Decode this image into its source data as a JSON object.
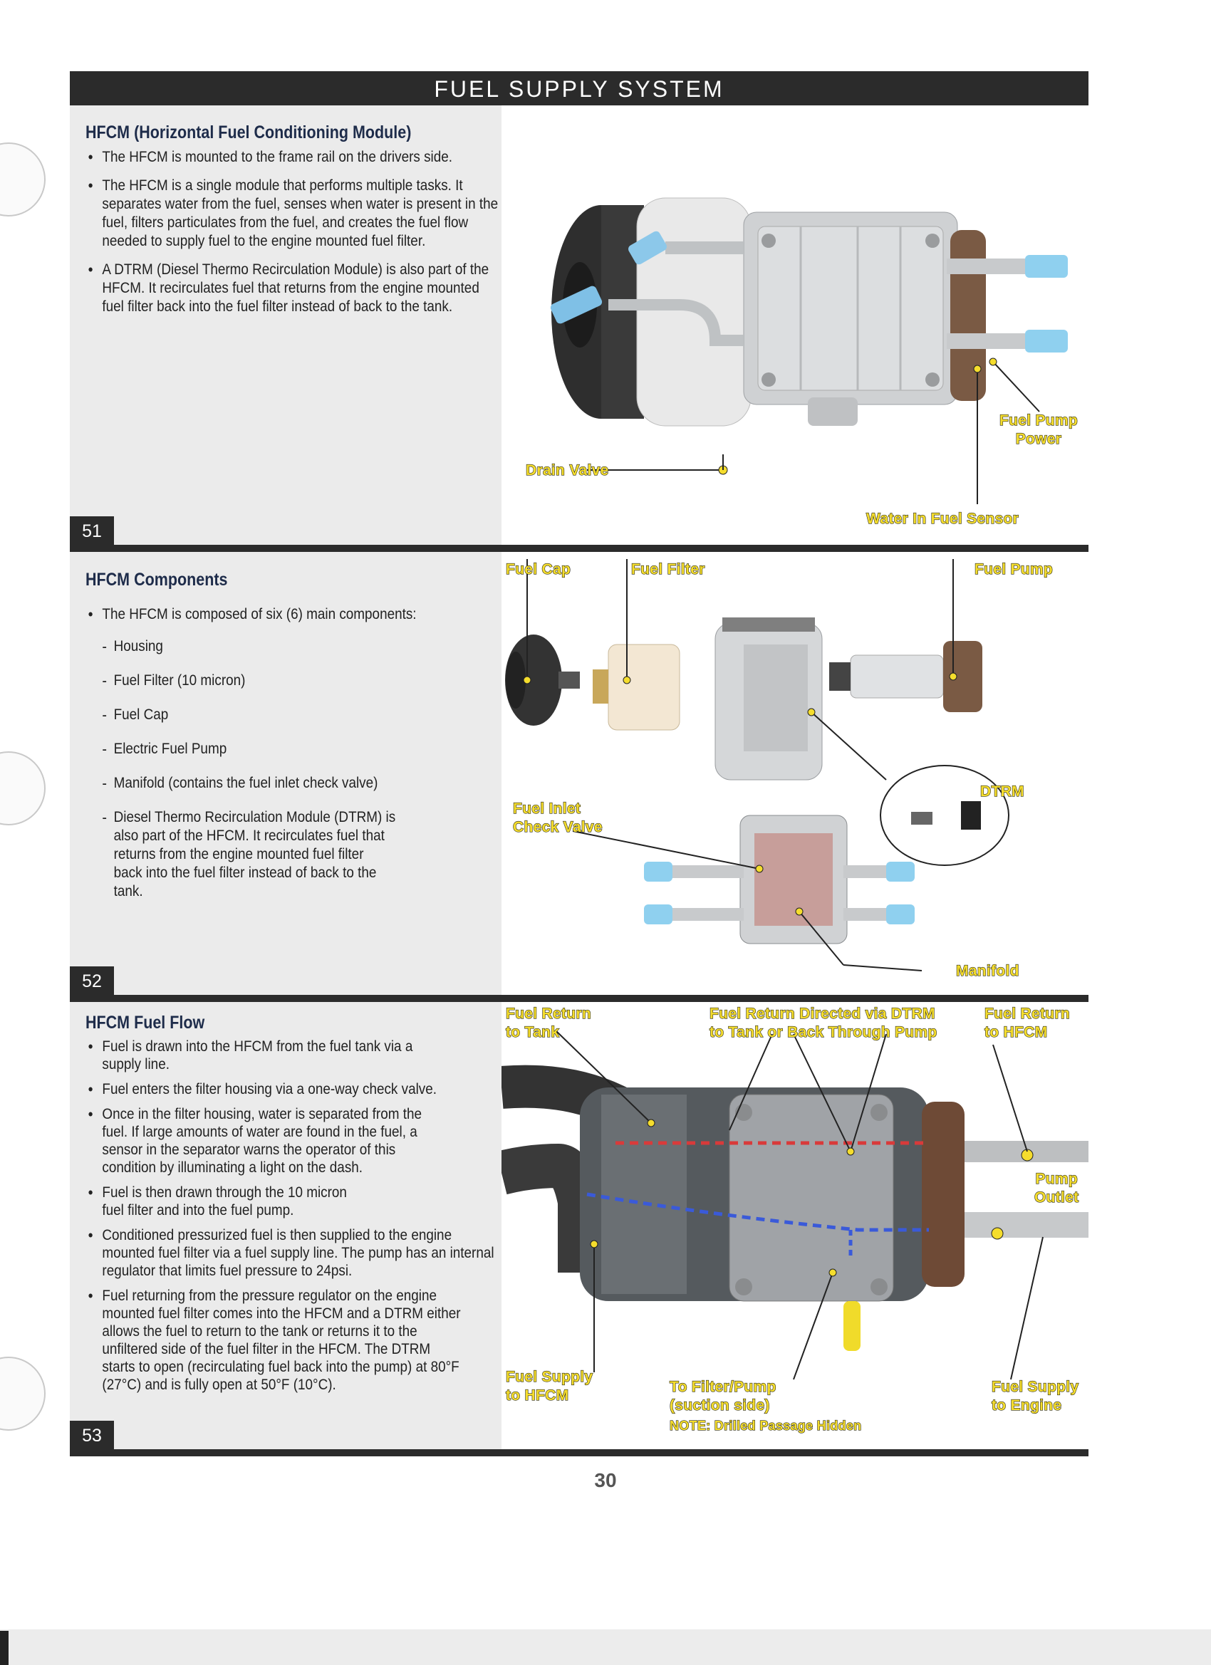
{
  "header": {
    "title": "FUEL SUPPLY SYSTEM"
  },
  "section51": {
    "title": "HFCM (Horizontal Fuel Conditioning Module)",
    "number": "51",
    "bullets": [
      "The HFCM is mounted to the frame rail on the drivers side.",
      "The HFCM is a single module that performs multiple tasks. It separates water from the fuel, senses when water is present in the fuel, filters particulates from the fuel, and creates the fuel flow needed to supply fuel to the engine mounted fuel filter.",
      "A DTRM (Diesel Thermo Recirculation Module) is also part of the HFCM. It recirculates fuel that returns from the engine mounted fuel filter back into the fuel filter instead of back to the tank."
    ],
    "labels": {
      "fuel_pump_power": "Fuel Pump\nPower",
      "drain_valve": "Drain Valve",
      "water_in_fuel_sensor": "Water In Fuel Sensor"
    }
  },
  "section52": {
    "title": "HFCM Components",
    "number": "52",
    "intro": "The HFCM is composed of six (6) main components:",
    "components": [
      "Housing",
      "Fuel Filter (10 micron)",
      "Fuel Cap",
      "Electric Fuel Pump",
      "Manifold (contains the fuel inlet check valve)",
      "Diesel Thermo Recirculation Module (DTRM) is also part of the HFCM. It recirculates fuel that returns from the engine mounted fuel filter back into the fuel filter instead of back to the tank."
    ],
    "labels": {
      "fuel_cap": "Fuel Cap",
      "fuel_filter": "Fuel Filter",
      "fuel_pump": "Fuel Pump",
      "dtrm": "DTRM",
      "fuel_inlet_check_valve": "Fuel Inlet\nCheck Valve",
      "manifold": "Manifold"
    }
  },
  "section53": {
    "title": "HFCM Fuel Flow",
    "number": "53",
    "bullets": [
      "Fuel is drawn into the HFCM from the fuel tank via a supply line.",
      "Fuel enters the filter housing via a one-way check valve.",
      "Once in the filter housing, water is separated from the fuel. If large amounts of water are found in the fuel, a sensor in the separator warns the operator of this condition by illuminating a light on the dash.",
      "Fuel is then drawn through the 10 micron fuel filter and into the fuel pump.",
      "Conditioned pressurized fuel is then supplied to the engine mounted fuel filter via a fuel supply line. The pump has an internal regulator that limits fuel pressure to 24psi.",
      "Fuel returning from the pressure regulator on the engine mounted fuel filter comes into the HFCM and a DTRM either allows the fuel to return to the tank or returns it to the unfiltered side of the fuel filter in the HFCM. The DTRM starts to open (recirculating fuel back into the pump) at 80°F (27°C) and is fully open at 50°F (10°C)."
    ],
    "labels": {
      "fuel_return_to_tank": "Fuel Return\nto Tank",
      "fuel_return_directed": "Fuel Return Directed via DTRM\nto Tank or Back Through Pump",
      "fuel_return_to_hfcm": "Fuel Return\nto HFCM",
      "pump_outlet": "Pump\nOutlet",
      "fuel_supply_to_hfcm": "Fuel Supply\nto HFCM",
      "to_filter_pump": "To Filter/Pump\n(suction side)",
      "note": "NOTE: Drilled Passage Hidden",
      "fuel_supply_to_engine": "Fuel Supply\nto Engine"
    }
  },
  "footer": {
    "page_number": "30"
  }
}
